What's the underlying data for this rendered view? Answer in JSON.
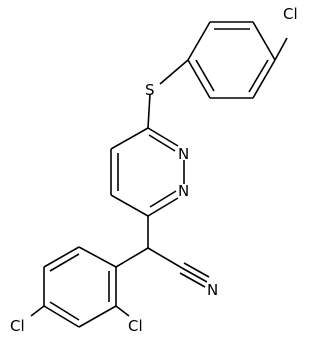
{
  "structure": {
    "atoms": {
      "cl_top": "Cl",
      "s": "S",
      "n_upper": "N",
      "n_lower": "N",
      "n_nitrile": "N",
      "cl_bottom_right": "Cl",
      "cl_bottom_left": "Cl"
    }
  }
}
